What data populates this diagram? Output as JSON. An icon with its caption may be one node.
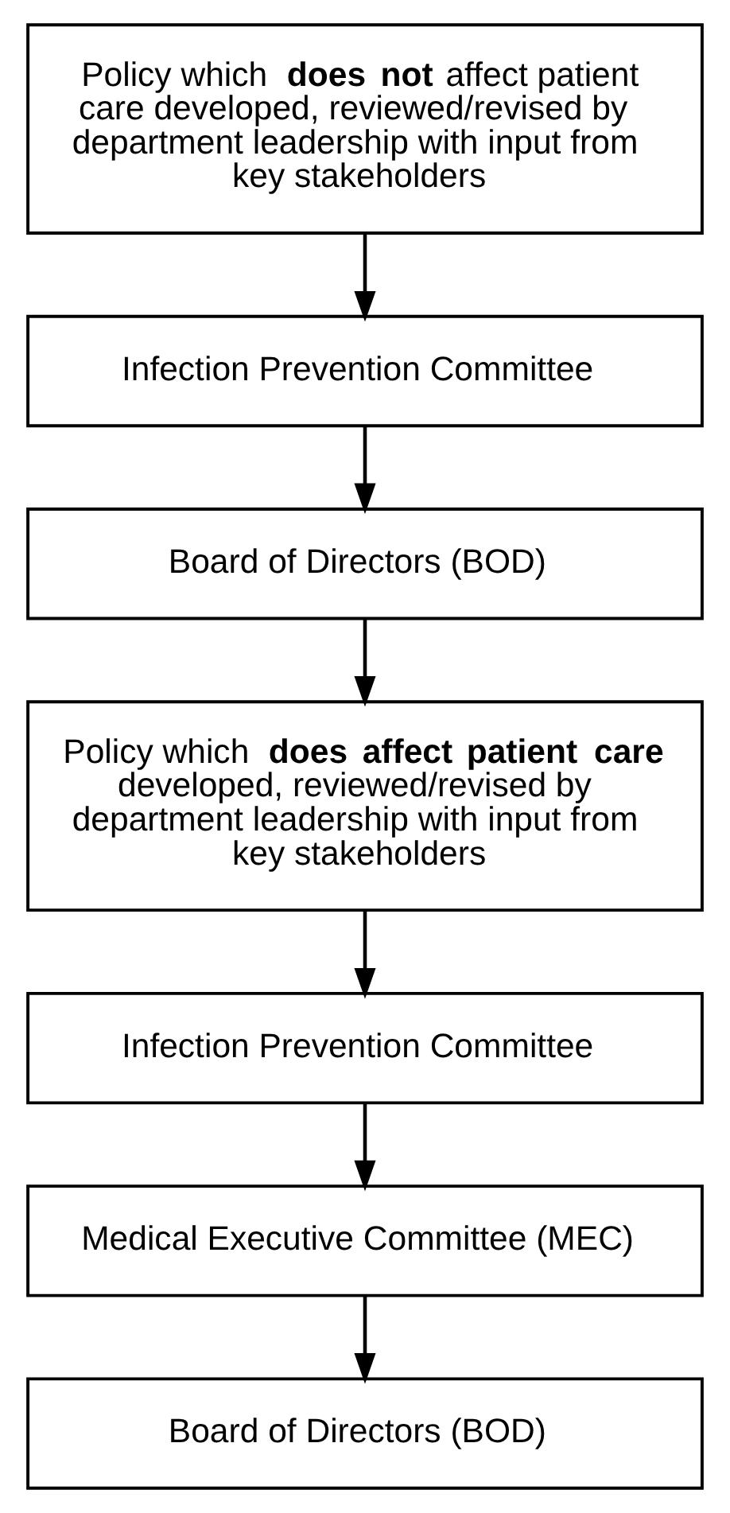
{
  "diagram": {
    "nodes": [
      {
        "text": [
          "Policy which **does not** affect patient care developed, reviewed/revised by department leadership with input from key stakeholders"
        ]
      },
      {
        "text": [
          "Infection Prevention Committee"
        ]
      },
      {
        "text": [
          "Board of Directors (BOD)"
        ]
      },
      {
        "text": [
          "Policy which **does affect patient care** developed, reviewed/revised by department leadership with input from key stakeholders"
        ]
      },
      {
        "text": [
          "Infection Prevention Committee"
        ]
      },
      {
        "text": [
          "Medical Executive Committee (MEC)"
        ]
      },
      {
        "text": [
          "Board of Directors (BOD)"
        ]
      }
    ],
    "edges": [
      {
        "from": 0,
        "to": 1,
        "arrow": "to"
      },
      {
        "from": 1,
        "to": 2,
        "arrow": "to"
      },
      {
        "from": 2,
        "to": 3,
        "arrow": "to"
      },
      {
        "from": 3,
        "to": 4,
        "arrow": "to"
      },
      {
        "from": 4,
        "to": 5,
        "arrow": "to"
      },
      {
        "from": 5,
        "to": 6,
        "arrow": "to"
      }
    ]
  }
}
